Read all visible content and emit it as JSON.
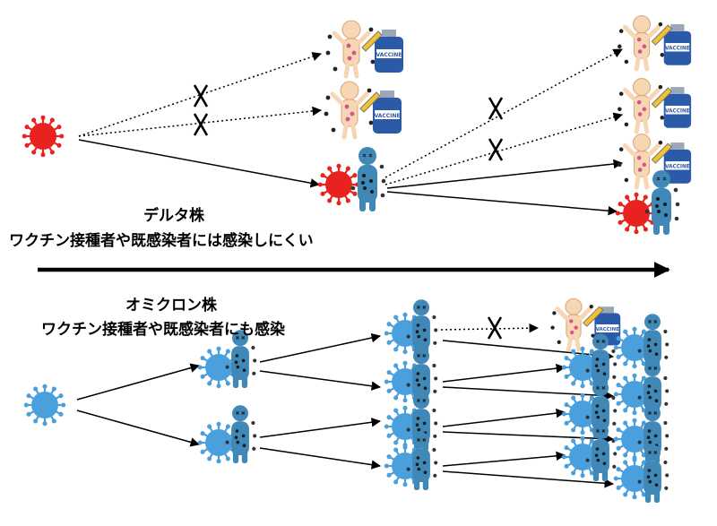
{
  "delta": {
    "title": "デルタ株",
    "description": "ワクチン接種者や既感染者には感染しにくい"
  },
  "omicron": {
    "title": "オミクロン株",
    "description": "ワクチン接種者や既感染者にも感染"
  },
  "vaccine_label": "VACCINE",
  "colors": {
    "delta_virus": "#e8231f",
    "omicron_virus": "#4aa0dc",
    "infected_person": "#3f88b8",
    "healthy_person": "#f7d6b3",
    "vaccine_bottle": "#2a5aa8",
    "arrow": "#000000"
  },
  "icons": [
    "virus-icon",
    "infected-person-icon",
    "healthy-person-icon",
    "vaccine-bottle-icon",
    "blocked-x-icon",
    "time-arrow-icon"
  ]
}
